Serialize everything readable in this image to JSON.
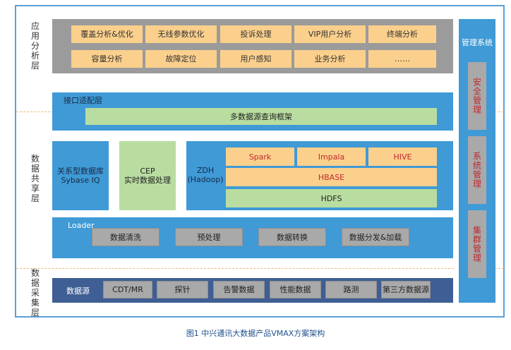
{
  "layers": {
    "application": "应用分析层",
    "sharing": "数据共享层",
    "collection": "数据采集层"
  },
  "app_layer": {
    "row1": [
      "覆盖分析&优化",
      "无线参数优化",
      "投诉处理",
      "VIP用户分析",
      "终端分析"
    ],
    "row2": [
      "容量分析",
      "故障定位",
      "用户感知",
      "业务分析",
      "……"
    ]
  },
  "interface_layer": {
    "title": "接口适配层",
    "framework": "多数据源查询框架"
  },
  "storage": {
    "relational": "关系型数据库\nSybase IQ",
    "cep": "CEP\n实时数据处理",
    "zdh": "ZDH\n(Hadoop)",
    "spark": "Spark",
    "impala": "Impala",
    "hive": "HIVE",
    "hbase": "HBASE",
    "hdfs": "HDFS"
  },
  "loader": {
    "title": "Loader",
    "items": [
      "数据清洗",
      "预处理",
      "数据转换",
      "数据分发&加载"
    ]
  },
  "data_source": {
    "title": "数据源",
    "items": [
      "CDT/MR",
      "探针",
      "告警数据",
      "性能数据",
      "路测",
      "第三方数据源"
    ]
  },
  "management": {
    "title": "管理系统",
    "items": [
      "安全管理",
      "系统管理",
      "集群管理"
    ]
  },
  "caption": "图1  中兴通讯大数据产品VMAX方案架构",
  "colors": {
    "frame": "#5aa0d8",
    "gray_panel": "#9b9b9b",
    "blue_panel": "#3f9ad6",
    "dark_panel": "#3f5e93",
    "orange_cell": "#fbd08c",
    "green_cell": "#b9dda0",
    "red_text": "#c0282d"
  }
}
